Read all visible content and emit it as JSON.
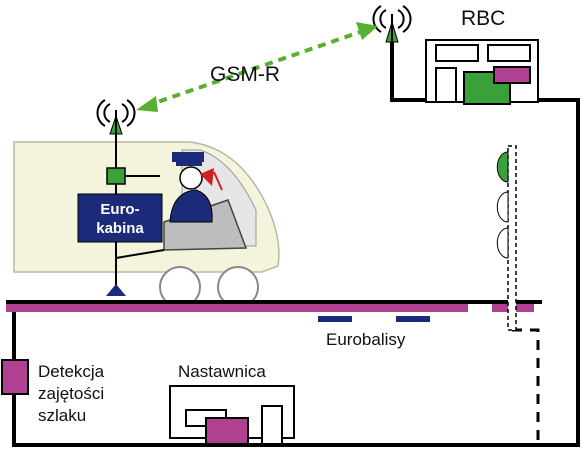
{
  "labels": {
    "rbc": "RBC",
    "gsmr": "GSM-R",
    "cab_line1": "Euro-",
    "cab_line2": "kabina",
    "balises": "Eurobalisy",
    "interlocking": "Nastawnica",
    "detection_line1": "Detekcja",
    "detection_line2": "zajętości",
    "detection_line3": "szlaku"
  },
  "colors": {
    "wire": "#000000",
    "rail": "#b04090",
    "green": "#3aa03a",
    "navy": "#1c2a7a",
    "magenta": "#b04090",
    "link": "#58b030",
    "train_body": "#f4f4dc",
    "cab_window": "#e0e0e0"
  },
  "icons": {
    "antenna": "antenna-icon",
    "signal": "signal-icon",
    "driver": "driver-icon"
  }
}
